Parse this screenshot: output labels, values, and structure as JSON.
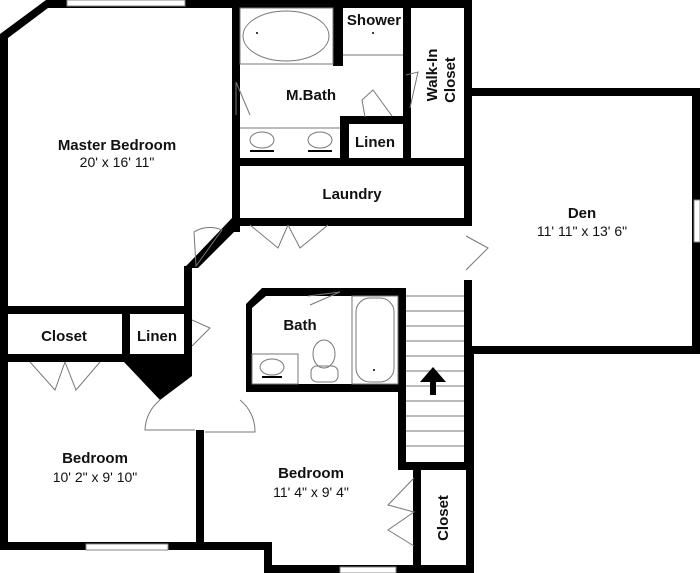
{
  "floorplan": {
    "rooms": {
      "master_bedroom": {
        "name": "Master Bedroom",
        "dims": "20' x 16' 11\""
      },
      "master_bath": {
        "name": "M.Bath"
      },
      "shower": {
        "name": "Shower"
      },
      "walk_in_closet": {
        "name": "Walk-In",
        "name2": "Closet"
      },
      "linen_mbath": {
        "name": "Linen"
      },
      "laundry": {
        "name": "Laundry"
      },
      "den": {
        "name": "Den",
        "dims": "11' 11\" x 13' 6\""
      },
      "closet_left": {
        "name": "Closet"
      },
      "linen_hall": {
        "name": "Linen"
      },
      "bath": {
        "name": "Bath"
      },
      "bedroom_left": {
        "name": "Bedroom",
        "dims": "10' 2\" x 9' 10\""
      },
      "bedroom_right": {
        "name": "Bedroom",
        "dims": "11' 4\" x 9' 4\""
      },
      "closet_right": {
        "name": "Closet"
      }
    },
    "stairs": {
      "direction": "up",
      "icon": "up-arrow-icon"
    }
  }
}
